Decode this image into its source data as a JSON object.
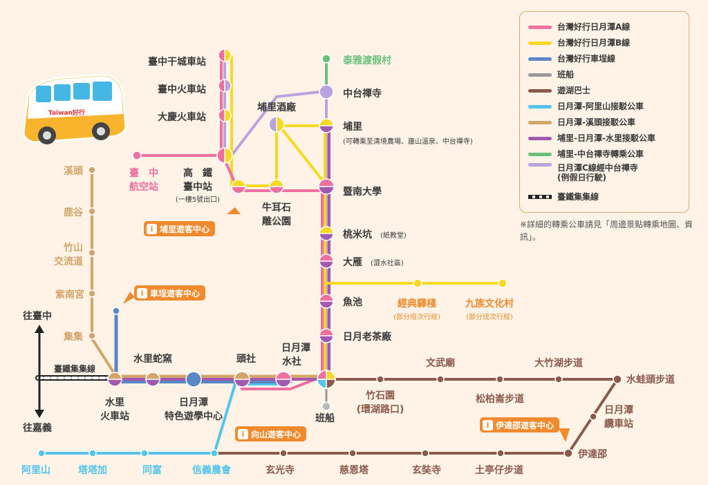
{
  "colors": {
    "lineA": "#ef6f9f",
    "lineB": "#f7d923",
    "chelong": "#5b86c6",
    "ferry": "#999999",
    "lakeBus": "#8b5a4d",
    "alishan": "#55c3ea",
    "xitou": "#d4a56b",
    "puli_shuili": "#a25ab1",
    "puli_zhongtai": "#69c07c",
    "lineC": "#b9a3dd",
    "orange": "#f08a2c"
  },
  "legend": [
    {
      "label": "台灣好行日月潭A線",
      "color": "#ef6f9f"
    },
    {
      "label": "台灣好行日月潭B線",
      "color": "#f7d923"
    },
    {
      "label": "台灣好行車埕線",
      "color": "#5b86c6"
    },
    {
      "label": "班船",
      "color": "#999999"
    },
    {
      "label": "遊湖巴士",
      "color": "#8b5a4d"
    },
    {
      "label": "日月潭-阿里山接駁公車",
      "color": "#55c3ea"
    },
    {
      "label": "日月潭-溪頭接駁公車",
      "color": "#d4a56b"
    },
    {
      "label": "埔里-日月潭-水里接駁公車",
      "color": "#a25ab1"
    },
    {
      "label": "埔里-中台禪寺轉乘公車",
      "color": "#69c07c"
    },
    {
      "label": "日月潭C線經中台禪寺",
      "color": "#b9a3dd",
      "sub": "(例假日行駛)"
    },
    {
      "label": "臺鐵集集線",
      "rail": true
    }
  ],
  "note": "※詳細的轉乘公車請見「周邊景點轉乘地圖、資訊」。",
  "badges": {
    "puli": "埔里遊客中心",
    "checheng": "車埕遊客中心",
    "xiangshan": "向山遊客中心",
    "ita": "伊達邵遊客中心",
    "icon": "i"
  },
  "arrows": {
    "north": "往臺中",
    "south": "往嘉義",
    "rail": "臺鐵集集線"
  },
  "stations": {
    "taichung_ganc": "臺中干城車站",
    "taichung_train": "臺中火車站",
    "daqing": "大慶火車站",
    "airport_1": "臺　中",
    "airport_2": "航空站",
    "hsr_1": "高　鐵",
    "hsr_2": "臺中站",
    "hsr_sub": "(一樓5號出口)",
    "winery": "埔里酒廠",
    "niuer_1": "牛耳石",
    "niuer_2": "雕公園",
    "taiya": "泰雅渡假村",
    "zhongtai": "中台禪寺",
    "puli": "埔里",
    "puli_sub": "(可轉乘至清境農場、廬山溫泉、中台禪寺)",
    "jinan": "暨南大學",
    "taomi": "桃米坑",
    "taomi_sub": "(紙教堂)",
    "dayan": "大雁",
    "dayan_sub": "(澀水社區)",
    "yuchi": "魚池",
    "jingdian": "經典驛棧",
    "jingdian_sub": "(部分班次行經)",
    "jiuzu": "九族文化村",
    "jiuzu_sub": "(部分班次行經)",
    "tea": "日月老茶廠",
    "xitou": "溪頭",
    "lugu": "鹿谷",
    "zhushan_1": "竹山",
    "zhushan_2": "交流道",
    "zinan": "紫南宮",
    "jiji": "集集",
    "kiln": "水里蛇窯",
    "toushe": "頭社",
    "shuishe_1": "日月潭",
    "shuishe_2": "水社",
    "shuili_1": "水里",
    "shuili_2": "火車站",
    "school_1": "日月潭",
    "school_2": "特色遊學中心",
    "ferry": "班船",
    "wenwu": "文武廟",
    "dazhu": "大竹湖步道",
    "shuiwa": "水蛙頭步道",
    "zhushi_1": "竹石園",
    "zhushi_2": "(環湖路口)",
    "songbo": "松柏崙步道",
    "ropeway_1": "日月潭",
    "ropeway_2": "纜車站",
    "ita": "伊達邵",
    "alishan": "阿里山",
    "tataka": "塔塔加",
    "tongfu": "同富",
    "xinyi": "信義農會",
    "xuanguang": "玄光寺",
    "cien": "慈恩塔",
    "xuanzang": "玄奘寺",
    "tuting": "土亭仔步道"
  }
}
